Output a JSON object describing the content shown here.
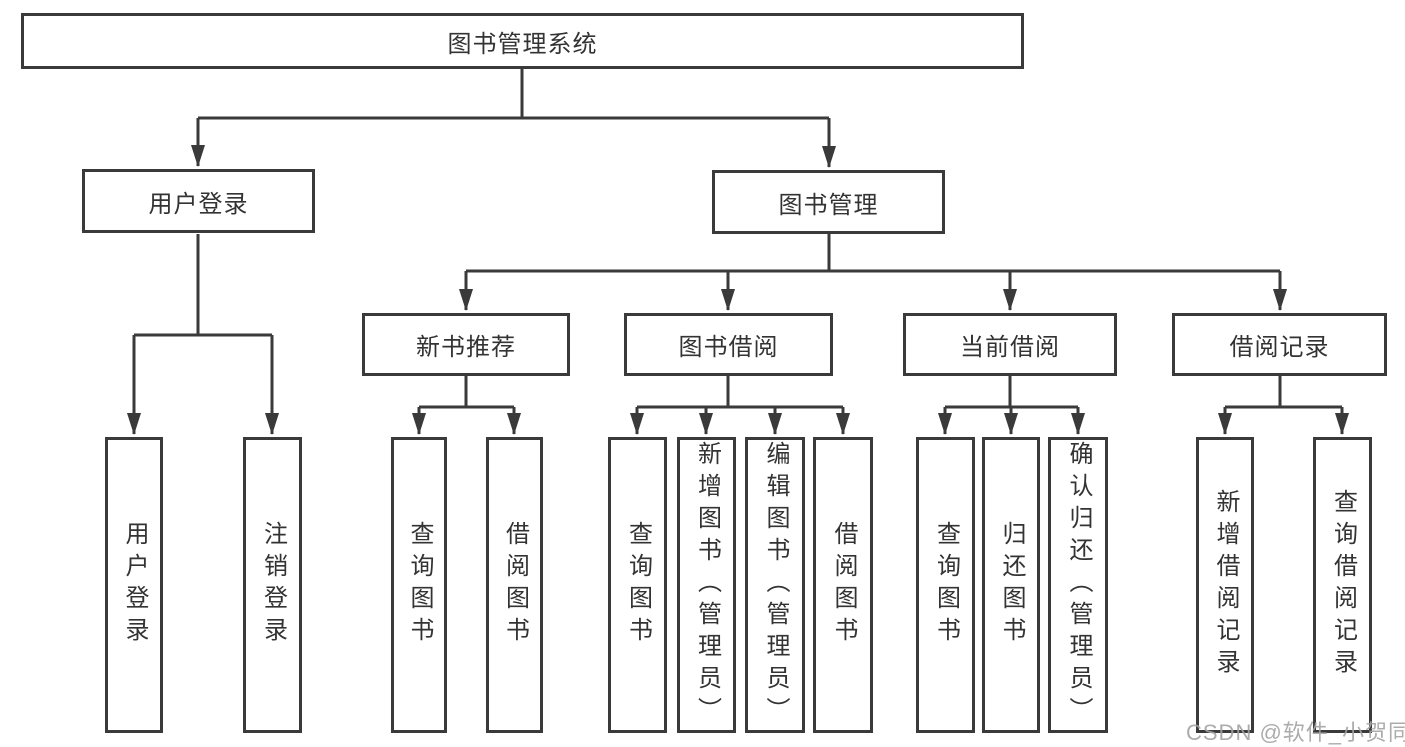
{
  "diagram": {
    "title": "图书管理系统",
    "type": "hierarchy-tree",
    "colors": {
      "line": "#3a3a3a",
      "box_border": "#3a3a3a",
      "box_fill": "#ffffff",
      "text": "#333333",
      "watermark": "#a3a3a3"
    },
    "watermark": "CSDN @软件_小贺同学",
    "nodes": {
      "root": {
        "label": "图书管理系统",
        "level": 1
      },
      "login": {
        "label": "用户登录",
        "level": 2
      },
      "mgmt": {
        "label": "图书管理",
        "level": 2
      },
      "rec": {
        "label": "新书推荐",
        "level": 3
      },
      "borrow": {
        "label": "图书借阅",
        "level": 3
      },
      "current": {
        "label": "当前借阅",
        "level": 3
      },
      "history": {
        "label": "借阅记录",
        "level": 3
      },
      "login_do": {
        "label": "用户登录",
        "level": 4
      },
      "logout": {
        "label": "注销登录",
        "level": 4
      },
      "rec_query": {
        "label": "查询图书",
        "level": 4
      },
      "rec_borrow": {
        "label": "借阅图书",
        "level": 4
      },
      "bor_query": {
        "label": "查询图书",
        "level": 4
      },
      "bor_add": {
        "label": "新增图书（管理员）",
        "level": 4
      },
      "bor_edit": {
        "label": "编辑图书（管理员）",
        "level": 4
      },
      "bor_do": {
        "label": "借阅图书",
        "level": 4
      },
      "cur_query": {
        "label": "查询图书",
        "level": 4
      },
      "cur_return": {
        "label": "归还图书",
        "level": 4
      },
      "cur_confirm": {
        "label": "确认归还（管理员）",
        "level": 4
      },
      "his_add": {
        "label": "新增借阅记录",
        "level": 4
      },
      "his_query": {
        "label": "查询借阅记录",
        "level": 4
      }
    },
    "edges": [
      [
        "root",
        "login"
      ],
      [
        "root",
        "mgmt"
      ],
      [
        "login",
        "login_do"
      ],
      [
        "login",
        "logout"
      ],
      [
        "mgmt",
        "rec"
      ],
      [
        "mgmt",
        "borrow"
      ],
      [
        "mgmt",
        "current"
      ],
      [
        "mgmt",
        "history"
      ],
      [
        "rec",
        "rec_query"
      ],
      [
        "rec",
        "rec_borrow"
      ],
      [
        "borrow",
        "bor_query"
      ],
      [
        "borrow",
        "bor_add"
      ],
      [
        "borrow",
        "bor_edit"
      ],
      [
        "borrow",
        "bor_do"
      ],
      [
        "current",
        "cur_query"
      ],
      [
        "current",
        "cur_return"
      ],
      [
        "current",
        "cur_confirm"
      ],
      [
        "history",
        "his_add"
      ],
      [
        "history",
        "his_query"
      ]
    ]
  }
}
